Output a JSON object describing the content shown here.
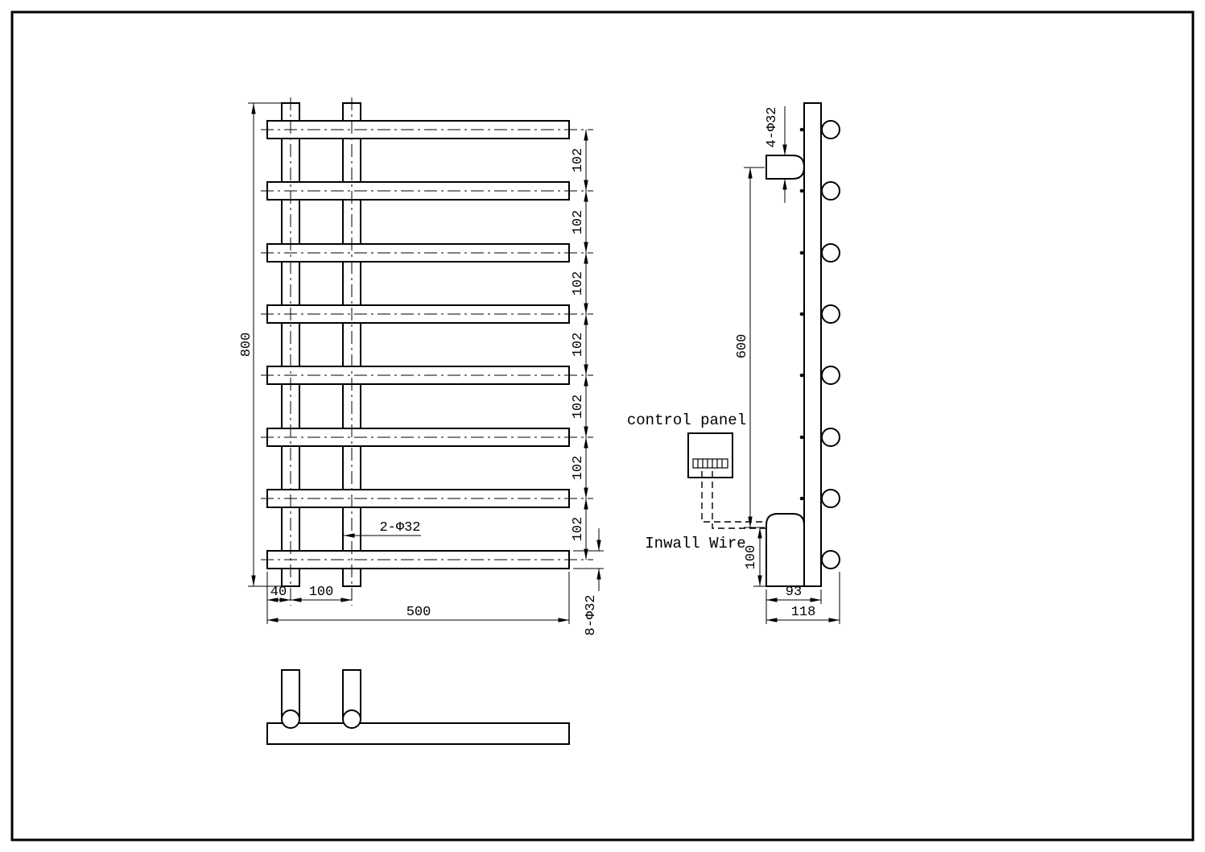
{
  "style": {
    "line_color": "#000000",
    "background": "#ffffff"
  },
  "drawing": {
    "front_view": {
      "overall_height": "800",
      "bar_spacing": [
        "102",
        "102",
        "102",
        "102",
        "102",
        "102",
        "102"
      ],
      "post_edge_offset": "40",
      "post_spacing": "100",
      "overall_width": "500",
      "post_diameter": "2-Φ32",
      "bar_diameter": "8-Φ32"
    },
    "side_view": {
      "bracket_diameter": "4-Φ32",
      "bracket_span": "600",
      "bottom_offset": "100",
      "bracket_depth": "93",
      "overall_depth": "118",
      "control_panel_label": "control panel",
      "inwall_wire_label": "Inwall Wire"
    }
  }
}
